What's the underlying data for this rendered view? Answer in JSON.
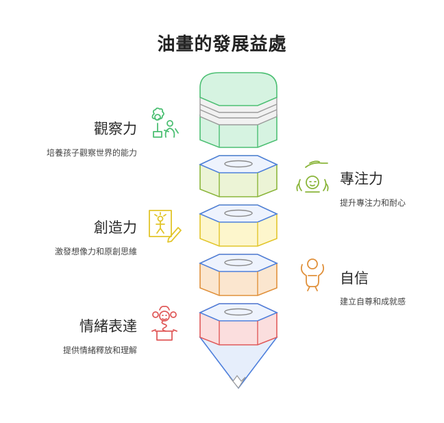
{
  "title": "油畫的發展益處",
  "benefits": [
    {
      "name": "觀察力",
      "description": "培養孩子觀察世界的能力",
      "side": "left",
      "color": "#4cbf73",
      "icon": "flower-child-icon"
    },
    {
      "name": "專注力",
      "description": "提升專注力和耐心",
      "side": "right",
      "color": "#8ab53a",
      "icon": "focused-child-icon"
    },
    {
      "name": "創造力",
      "description": "激發想像力和原創思維",
      "side": "left",
      "color": "#e2c52a",
      "icon": "drawing-icon"
    },
    {
      "name": "自信",
      "description": "建立自尊和成就感",
      "side": "right",
      "color": "#e0903a",
      "icon": "confident-child-icon"
    },
    {
      "name": "情緒表達",
      "description": "提供情緒釋放和理解",
      "side": "left",
      "color": "#e05a5a",
      "icon": "clown-box-icon"
    }
  ]
}
